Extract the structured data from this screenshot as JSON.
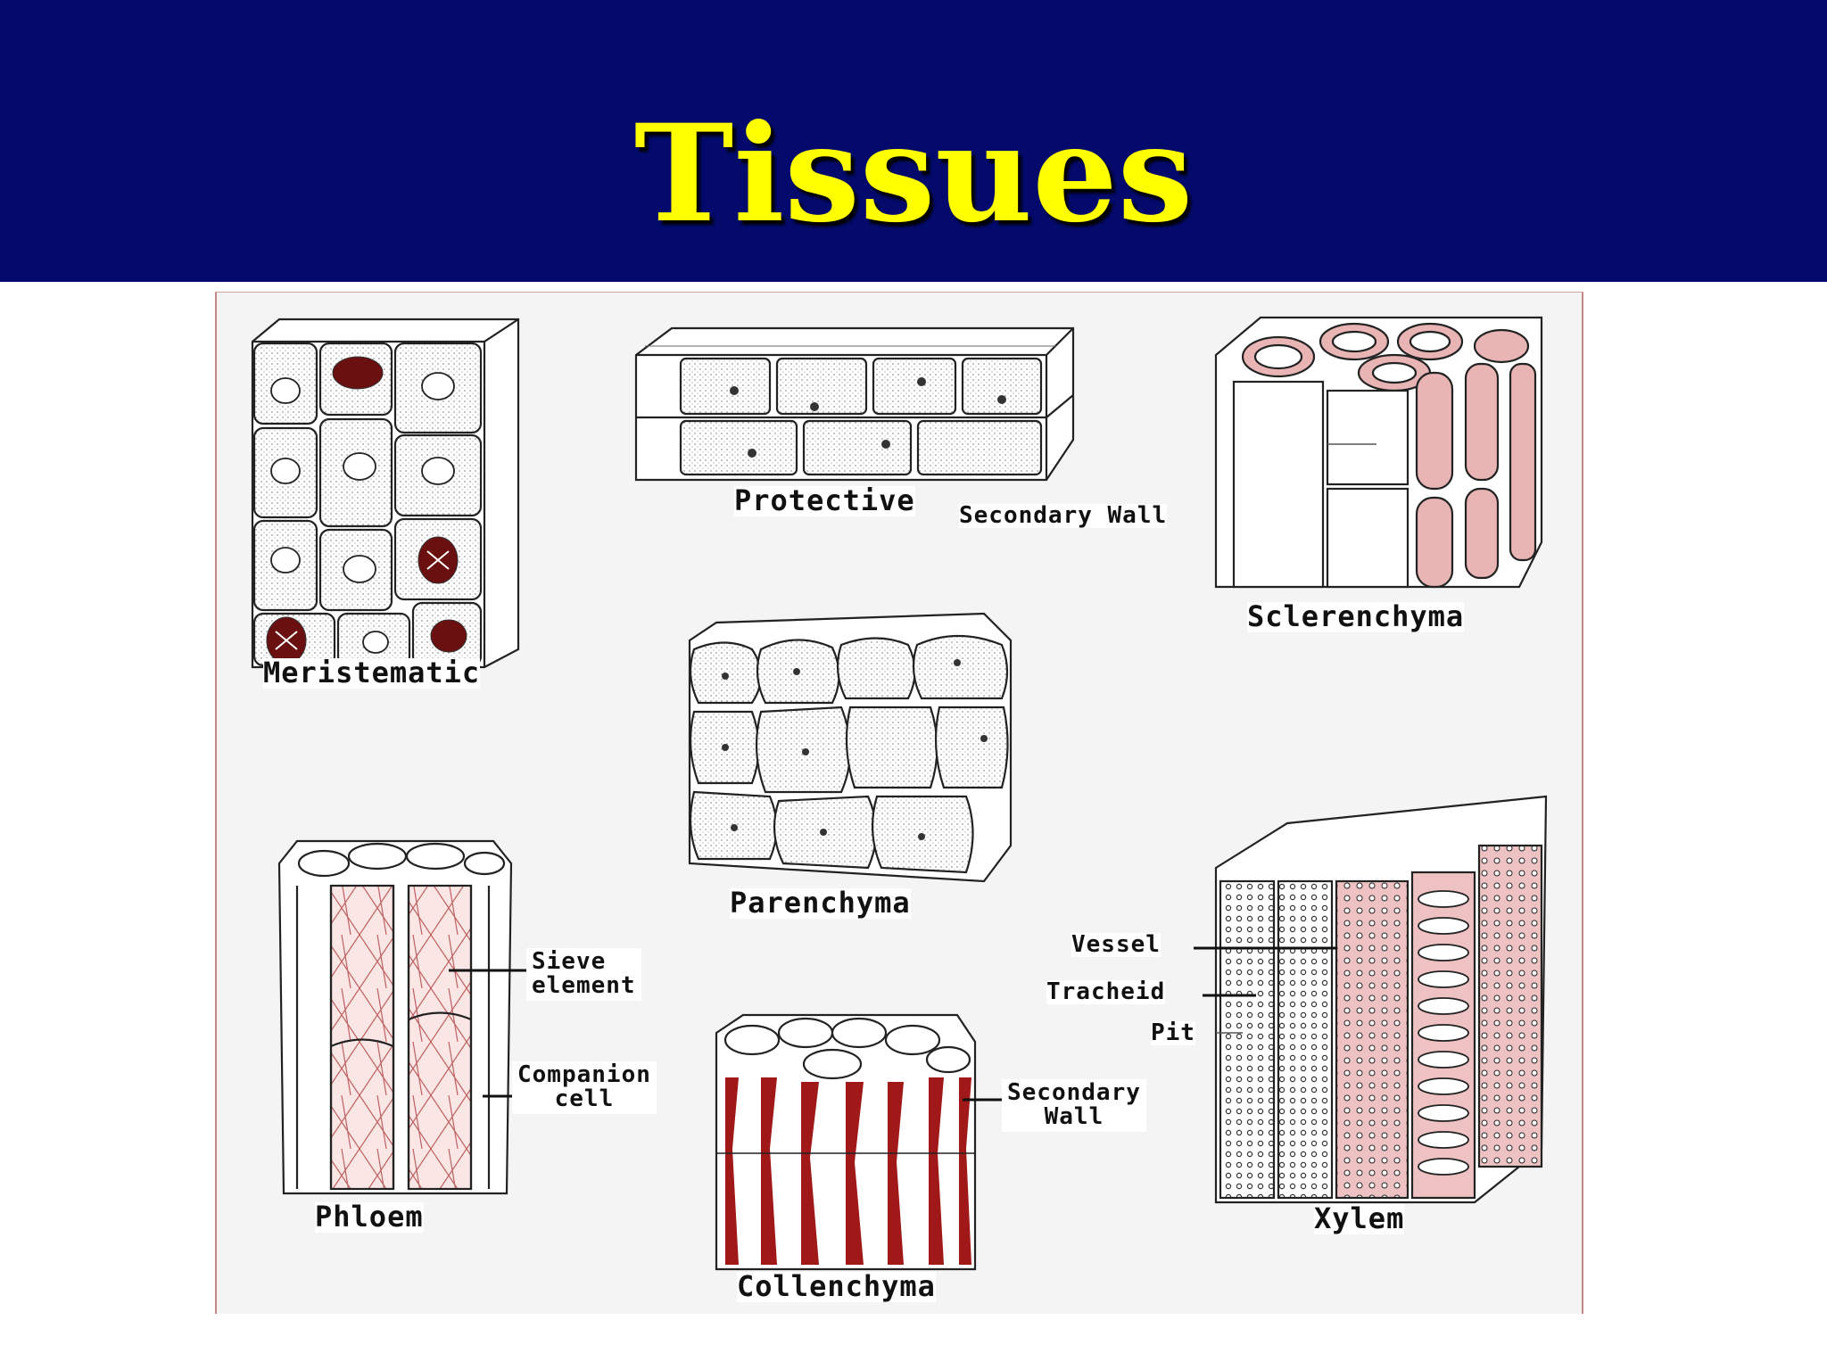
{
  "slide": {
    "title": "Tissues",
    "header_color": "#030a6b",
    "title_color": "#ffff00"
  },
  "diagram": {
    "tissues": {
      "meristematic": "Meristematic",
      "protective": "Protective",
      "sclerenchyma": "Sclerenchyma",
      "parenchyma": "Parenchyma",
      "phloem": "Phloem",
      "collenchyma": "Collenchyma",
      "xylem": "Xylem"
    },
    "callouts": {
      "sclerenchyma_wall": "Secondary Wall",
      "sieve_element_1": "Sieve",
      "sieve_element_2": "element",
      "companion_cell_1": "Companion",
      "companion_cell_2": "cell",
      "collenchyma_wall_1": "Secondary",
      "collenchyma_wall_2": "Wall",
      "vessel": "Vessel",
      "tracheid": "Tracheid",
      "pit": "Pit"
    },
    "colors": {
      "wall_pink": "#e8b4b4",
      "wall_dark_red": "#a01818",
      "outline": "#222222"
    }
  }
}
